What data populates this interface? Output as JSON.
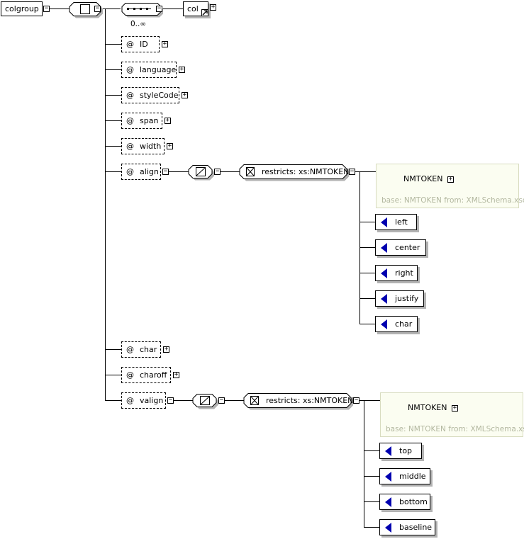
{
  "root": {
    "name": "colgroup"
  },
  "sequence": {
    "cardinality": "0..∞"
  },
  "col": {
    "name": "col"
  },
  "attributes": {
    "at_symbol": "@",
    "items": [
      "ID",
      "language",
      "styleCode",
      "span",
      "width",
      "align",
      "char",
      "charoff",
      "valign"
    ]
  },
  "align_type": {
    "restriction": "restricts: xs:NMTOKEN",
    "base_type": "NMTOKEN",
    "base_note": "base: NMTOKEN from: XMLSchema.xsd",
    "enumerations": [
      "left",
      "center",
      "right",
      "justify",
      "char"
    ]
  },
  "valign_type": {
    "restriction": "restricts: xs:NMTOKEN",
    "base_type": "NMTOKEN",
    "base_note": "base: NMTOKEN from: XMLSchema.xsd",
    "enumerations": [
      "top",
      "middle",
      "bottom",
      "baseline"
    ]
  },
  "toggles": {
    "expand": "+",
    "collapse": "−"
  }
}
